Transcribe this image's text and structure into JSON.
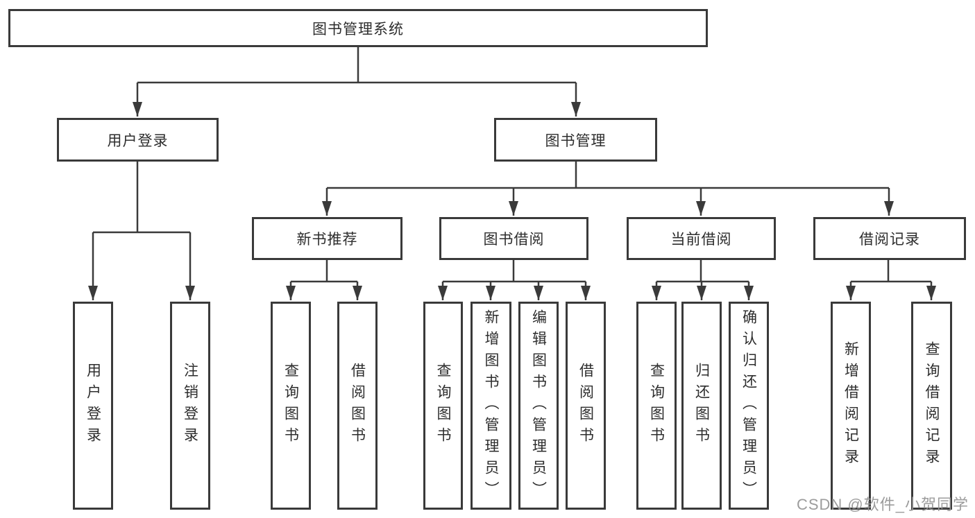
{
  "tree": {
    "root": {
      "label": "图书管理系统"
    },
    "branches": [
      {
        "label": "用户登录",
        "children": [
          {
            "label": "用户登录"
          },
          {
            "label": "注销登录"
          }
        ]
      },
      {
        "label": "图书管理",
        "children": [
          {
            "label": "新书推荐",
            "children": [
              {
                "label": "查询图书"
              },
              {
                "label": "借阅图书"
              }
            ]
          },
          {
            "label": "图书借阅",
            "children": [
              {
                "label": "查询图书"
              },
              {
                "label": "新增图书（管理员）"
              },
              {
                "label": "编辑图书（管理员）"
              },
              {
                "label": "借阅图书"
              }
            ]
          },
          {
            "label": "当前借阅",
            "children": [
              {
                "label": "查询图书"
              },
              {
                "label": "归还图书"
              },
              {
                "label": "确认归还（管理员）"
              }
            ]
          },
          {
            "label": "借阅记录",
            "children": [
              {
                "label": "新增借阅记录"
              },
              {
                "label": "查询借阅记录"
              }
            ]
          }
        ]
      }
    ]
  },
  "watermark": {
    "text": "CSDN @软件_小贺同学"
  },
  "colors": {
    "line": "#3a3a3a",
    "box_border": "#3a3a3a",
    "text": "#2d2d2d",
    "watermark": "#949494",
    "background": "#ffffff"
  }
}
